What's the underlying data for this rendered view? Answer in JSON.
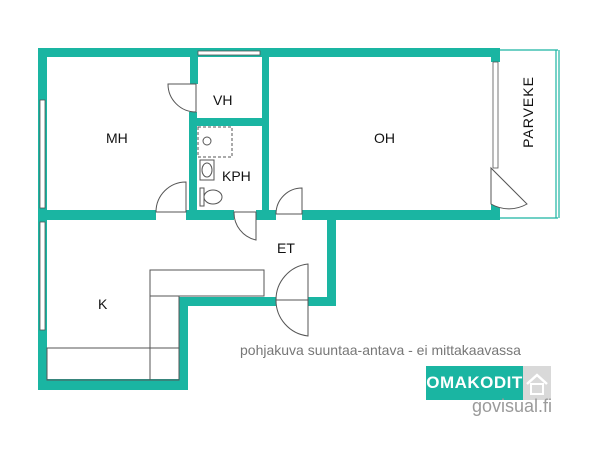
{
  "rooms": {
    "mh": "MH",
    "vh": "VH",
    "kph": "KPH",
    "oh": "OH",
    "parveke": "PARVEKE",
    "et": "ET",
    "k": "K"
  },
  "disclaimer": "pohjakuva suuntaa-antava - ei mittakaavassa",
  "brand": {
    "logo_text": "OMAKODIT",
    "website": "govisual.fi"
  },
  "colors": {
    "wall": "#1ab5a2",
    "fixture_line": "#555555",
    "label_text": "#111111",
    "disclaimer_text": "#777777",
    "website_text": "#9a9a9a"
  }
}
